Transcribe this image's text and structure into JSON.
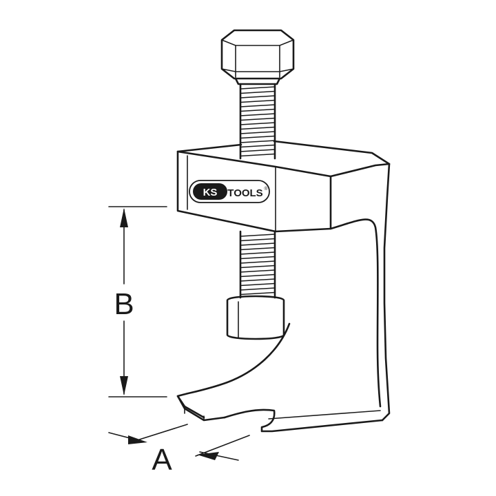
{
  "brand": {
    "logo_prefix": "KS",
    "logo_suffix": "TOOLS",
    "logo_mark": "®",
    "logo_bg_color": "#1a1a1a",
    "logo_fg_color": "#ffffff"
  },
  "dimensions": {
    "a_label": "A",
    "b_label": "B"
  },
  "colors": {
    "line": "#1a1a1a",
    "background": "#ffffff"
  }
}
